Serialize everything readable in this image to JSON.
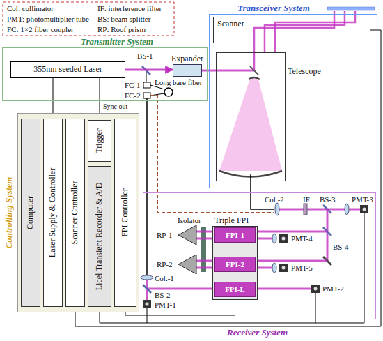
{
  "diagram": {
    "nodes": [
      {
        "text": [
          "Transmitter System"
        ]
      },
      {
        "text": [
          "355nm seeded Laser"
        ],
        "in": 0
      },
      {
        "text": [
          "Expander"
        ],
        "in": 0
      },
      {
        "text": [
          "Transceiver System"
        ]
      },
      {
        "text": [
          "Scanner"
        ],
        "in": 3
      },
      {
        "text": [
          "Telescope"
        ],
        "in": 3
      },
      {
        "text": [
          "Controlling System"
        ]
      },
      {
        "text": [
          "Computer"
        ],
        "in": 6
      },
      {
        "text": [
          "Laser Supply & Controller"
        ],
        "in": 6
      },
      {
        "text": [
          "Scanner Controller"
        ],
        "in": 6
      },
      {
        "text": [
          "Trigger"
        ],
        "in": 6
      },
      {
        "text": [
          "Licel Transient Recorder & A/D"
        ],
        "in": 6
      },
      {
        "text": [
          "FPI Controller"
        ],
        "in": 6
      },
      {
        "text": [
          "Receiver System"
        ]
      },
      {
        "text": [
          "Triple FPI"
        ],
        "in": 13
      },
      {
        "text": [
          "FPI-1"
        ],
        "in": 14
      },
      {
        "text": [
          "FPI-2"
        ],
        "in": 14
      },
      {
        "text": [
          "FPI-L"
        ],
        "in": 14
      }
    ],
    "edges": [
      {
        "from": 1,
        "to": 2,
        "arrow": "to"
      },
      {
        "from": 8,
        "to": 1,
        "arrow": "none"
      },
      {
        "from": 1,
        "to": 10,
        "arrow": "to"
      },
      {
        "from": 9,
        "to": 4,
        "arrow": "none"
      },
      {
        "from": 12,
        "to": 14,
        "arrow": "none"
      }
    ],
    "labels": [
      "Col: collimator",
      "IF: interference filter",
      "PMT: photomultiplier tube",
      "BS: beam splitter",
      "FC: 1×2 fiber coupler",
      "RP: Roof prism",
      "BS-1",
      "FC-1",
      "Long bare fiber",
      "FC-2",
      "Sync out",
      "Col.-2",
      "IF",
      "BS-3",
      "PMT-3",
      "Isolator",
      "PMT-4",
      "BS-4",
      "RP-1",
      "PMT-5",
      "RP-2",
      "Col.-1",
      "BS-2",
      "PMT-2",
      "PMT-1"
    ]
  }
}
